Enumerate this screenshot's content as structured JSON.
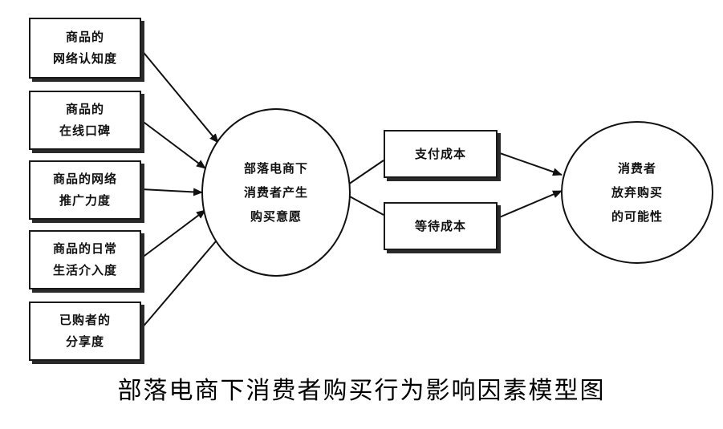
{
  "factors": [
    {
      "lines": [
        "商品的",
        "网络认知度"
      ]
    },
    {
      "lines": [
        "商品的",
        "在线口碑"
      ]
    },
    {
      "lines": [
        "商品的网络",
        "推广力度"
      ]
    },
    {
      "lines": [
        "商品的日常",
        "生活介入度"
      ]
    },
    {
      "lines": [
        "已购者的",
        "分享度"
      ]
    }
  ],
  "intention": {
    "lines": [
      "部落电商下",
      "消费者产生",
      "购买意愿"
    ]
  },
  "costs": [
    {
      "label": "支付成本"
    },
    {
      "label": "等待成本"
    }
  ],
  "outcome": {
    "lines": [
      "消费者",
      "放弃购买",
      "的可能性"
    ]
  },
  "caption": "部落电商下消费者购买行为影响因素模型图"
}
